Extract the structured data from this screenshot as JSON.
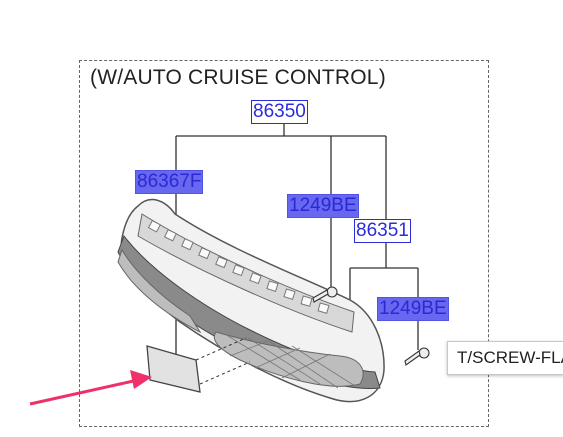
{
  "diagram": {
    "title": "(W/AUTO CRUISE CONTROL)",
    "parts": {
      "main": "86350",
      "bracket": "86367F",
      "screw_upper": "1249BE",
      "grille": "86351",
      "screw_lower": "1249BE"
    }
  },
  "tooltip": {
    "text": "T/SCREW-FLANGE"
  },
  "colors": {
    "highlight_fill": "#6767f0",
    "label_text": "#2c2cd8",
    "arrow": "#f0306a"
  }
}
